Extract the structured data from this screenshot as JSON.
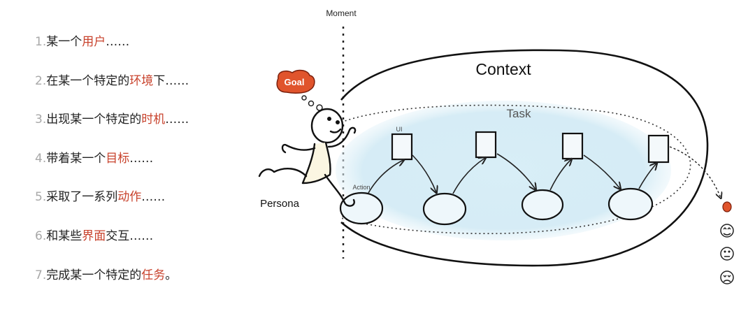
{
  "steps": [
    {
      "num": "1.",
      "pre": "某一个",
      "hl": "用户",
      "post": "……"
    },
    {
      "num": "2.",
      "pre": "在某一个特定的",
      "hl": "环境",
      "post": "下……"
    },
    {
      "num": "3.",
      "pre": "出现某一个特定的",
      "hl": "时机",
      "post": "……"
    },
    {
      "num": "4.",
      "pre": "带着某一个",
      "hl": "目标",
      "post": "……"
    },
    {
      "num": "5.",
      "pre": "采取了一系列",
      "hl": "动作",
      "post": "……"
    },
    {
      "num": "6.",
      "pre": "和某些",
      "hl": "界面",
      "post": "交互……"
    },
    {
      "num": "7.",
      "pre": "完成某一个特定的",
      "hl": "任务",
      "post": "。"
    }
  ],
  "diagram": {
    "moment_label": "Moment",
    "goal_label": "Goal",
    "context_label": "Context",
    "task_label": "Task",
    "ui_label": "UI",
    "action_label": "Action",
    "persona_label": "Persona"
  },
  "colors": {
    "accent": "#c8422c",
    "step_number": "#a8a8a8",
    "task_fill": "#cfe9f4",
    "goal_fill": "#e0542c"
  }
}
